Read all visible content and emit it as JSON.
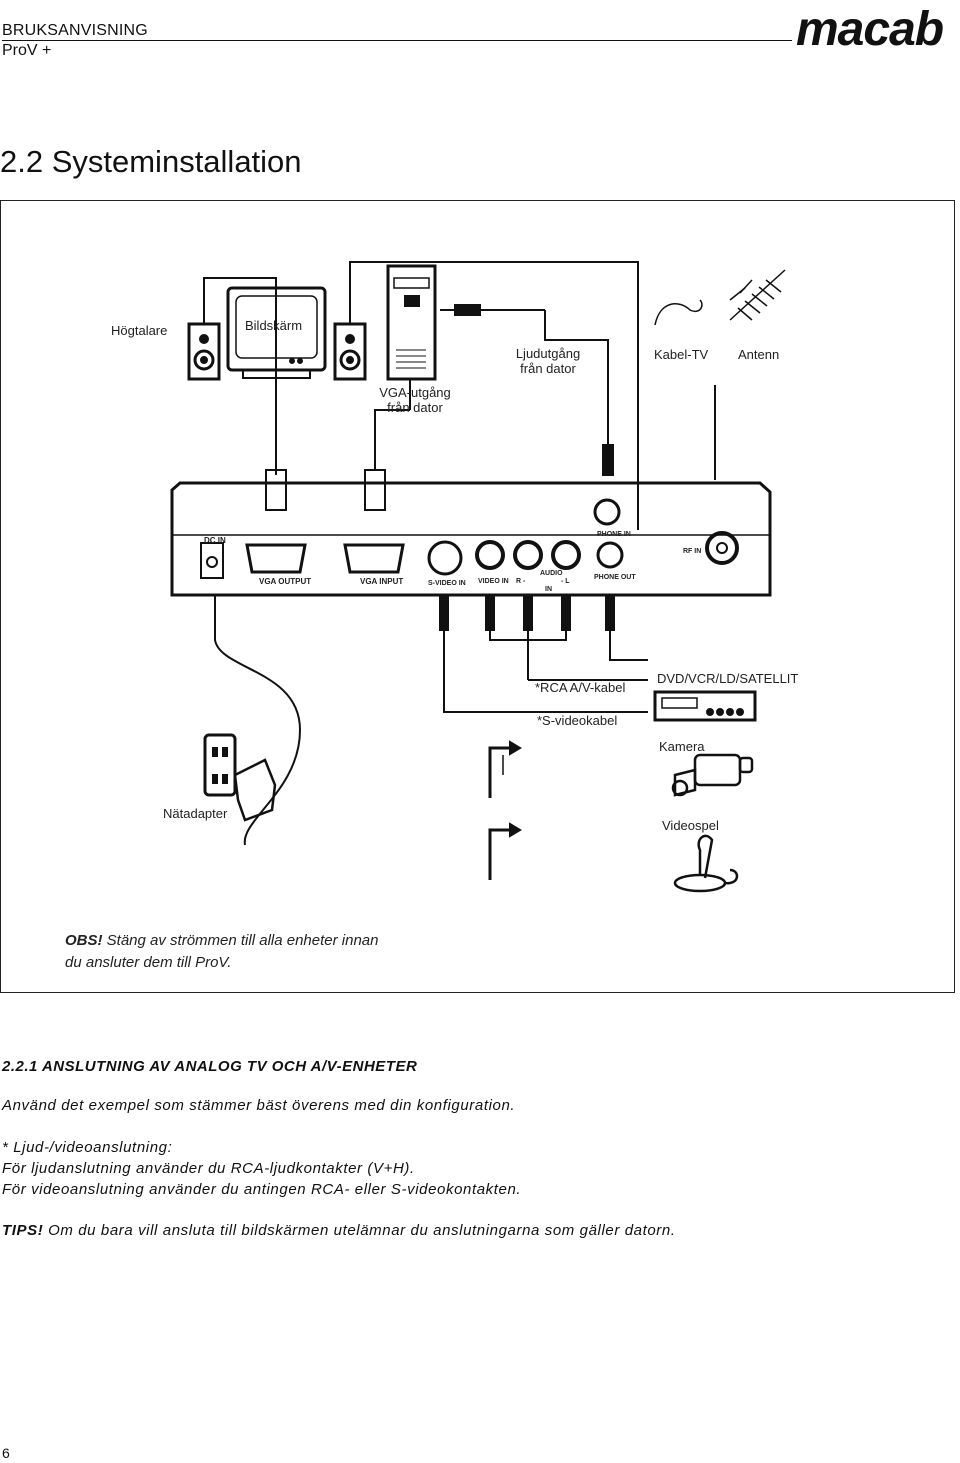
{
  "header": {
    "doc_type": "BRUKSANVISNING",
    "product": "ProV +",
    "logo": "macab"
  },
  "title": "2.2 Systeminstallation",
  "diagram": {
    "labels": {
      "speaker": "Högtalare",
      "monitor": "Bildskärm",
      "audio_out_1": "Ljudutgång",
      "audio_out_2": "från dator",
      "cable_tv": "Kabel-TV",
      "antenna": "Antenn",
      "vga_out_1": "VGA-utgång",
      "vga_out_2": "från dator",
      "rca_cable": "*RCA A/V-kabel",
      "dvd": "DVD/VCR/LD/SATELLIT",
      "svideo_cable": "*S-videokabel",
      "camera": "Kamera",
      "adapter": "Nätadapter",
      "game": "Videospel"
    },
    "ports": {
      "dc_in": "DC IN",
      "vga_output": "VGA OUTPUT",
      "vga_input": "VGA INPUT",
      "svideo_in": "S-VIDEO IN",
      "video_in": "VIDEO IN",
      "audio": "AUDIO",
      "r": "R -",
      "l": "- L",
      "in": "IN",
      "phone_in": "PHONE IN",
      "phone_out": "PHONE OUT",
      "rf_in": "RF IN"
    }
  },
  "obs": {
    "prefix": "OBS!",
    "line1": " Stäng av strömmen till alla enheter innan",
    "line2": "du ansluter dem till ProV."
  },
  "section": {
    "heading": "2.2.1 ANSLUTNING AV ANALOG TV OCH A/V-ENHETER",
    "intro": "Använd det exempel som stämmer bäst överens med din konfiguration.",
    "note_title": "* Ljud-/videoanslutning:",
    "note_line1": "För ljudanslutning använder du RCA-ljudkontakter (V+H).",
    "note_line2": "För videoanslutning använder du antingen RCA- eller S-videokontakten.",
    "tips_prefix": "TIPS!",
    "tips_text": " Om du bara vill ansluta till bildskärmen utelämnar du anslutningarna som gäller datorn."
  },
  "page_number": "6"
}
